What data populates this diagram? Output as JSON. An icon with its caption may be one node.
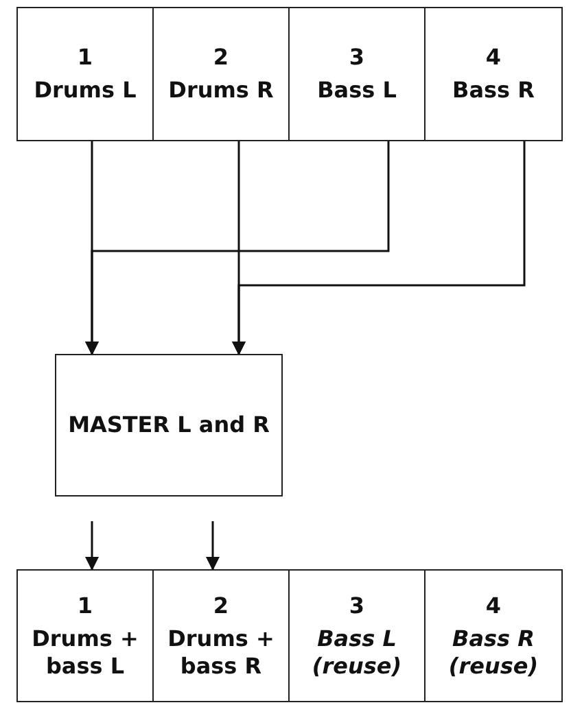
{
  "diagram": {
    "nodes": [
      {
        "text": [
          "1",
          "Drums L"
        ]
      },
      {
        "text": [
          "2",
          "Drums R"
        ]
      },
      {
        "text": [
          "3",
          "Bass L"
        ]
      },
      {
        "text": [
          "4",
          "Bass R"
        ]
      },
      {
        "text": [
          "MASTER L and R"
        ]
      },
      {
        "text": [
          "1",
          "Drums + bass L"
        ]
      },
      {
        "text": [
          "2",
          "Drums + bass R"
        ]
      },
      {
        "text": [
          "3",
          "*Bass L (reuse)*"
        ]
      },
      {
        "text": [
          "4",
          "*Bass R (reuse)*"
        ]
      }
    ],
    "edges": [
      {
        "from": 0,
        "to": 4,
        "arrow": "to"
      },
      {
        "from": 1,
        "to": 4,
        "arrow": "to"
      },
      {
        "from": 2,
        "to": 4,
        "arrow": "to"
      },
      {
        "from": 3,
        "to": 4,
        "arrow": "to"
      },
      {
        "from": null,
        "to": 5,
        "arrow": "to"
      },
      {
        "from": null,
        "to": 6,
        "arrow": "to"
      }
    ]
  }
}
